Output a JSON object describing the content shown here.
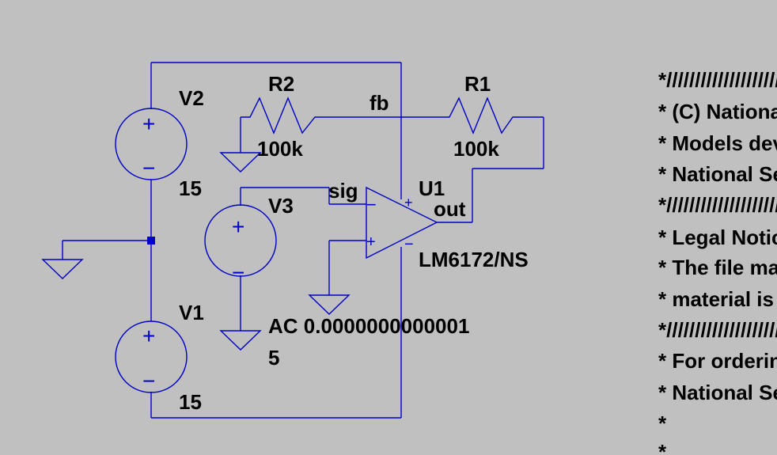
{
  "schematic": {
    "colors": {
      "background": "#c0c0c0",
      "wire": "#0000c8",
      "text": "#000000"
    },
    "components": {
      "v2": {
        "name": "V2",
        "value": "15"
      },
      "v1": {
        "name": "V1",
        "value": "15"
      },
      "v3": {
        "name": "V3",
        "value_line1": "AC 0.0000000000001",
        "value_line2": "5"
      },
      "r2": {
        "name": "R2",
        "value": "100k"
      },
      "r1": {
        "name": "R1",
        "value": "100k"
      },
      "u1": {
        "name": "U1",
        "model": "LM6172/NS",
        "minus_sign": "−",
        "plus_sign": "+"
      }
    },
    "net_labels": {
      "fb": "fb",
      "sig": "sig",
      "out": "out"
    },
    "source_signs": {
      "plus": "+",
      "minus": "−"
    },
    "comment_lines": [
      "*////////////////////////////////////////////////////////",
      "* (C) National Semiconductor, Inc.",
      "* Models developed and under copyright by:",
      "* National Semiconductor, Inc.",
      "*////////////////////////////////////////////////////////",
      "* Legal Notice:",
      "* The file may be copied, and distributed; however, reselling the",
      "*  material is forbidden",
      "*////////////////////////////////////////////////////////",
      "* For ordering or technical information on these models, contact:",
      "* National Semiconductor's Customer Response Center",
      "*",
      "*"
    ]
  }
}
